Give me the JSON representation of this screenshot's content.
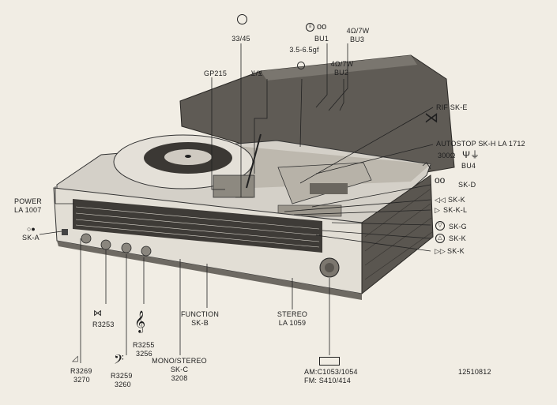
{
  "labels": {
    "speed_value": "33/45",
    "bu1": "BU1",
    "bu3_spec": "4Ω/7W",
    "bu3": "BU3",
    "stylus_force": "3.5-6.5gf",
    "bu2_spec": "4Ω/7W",
    "bu2": "BU2",
    "gp215": "GP215",
    "riaa_switch": "RIF SK-E",
    "autostop": "AUTOSTOP SK-H LA 1712",
    "antenna_300": "300Ω",
    "bu4": "BU4",
    "sk_d": "SK-D",
    "sk_k_rewind": "SK-K",
    "sk_k_l": "SK-K-L",
    "sk_g": "SK-G",
    "sk_k_eject": "SK-K",
    "sk_k_ff": "SK-K",
    "power": "POWER",
    "power_lamp": "LA 1007",
    "sk_a": "SK-A",
    "r3253": "R3253",
    "r3255": "R3255",
    "r3256": "3256",
    "function": "FUNCTION",
    "function_sw": "SK-B",
    "stereo": "STEREO",
    "stereo_lamp": "LA 1059",
    "r3269": "R3269",
    "r3270": "3270",
    "r3259": "R3259",
    "r3260": "3260",
    "mono_stereo": "MONO/STEREO",
    "mono_stereo_sw": "SK-C",
    "mono_stereo_num": "3208",
    "tuning_am": "AM:C1053/1054",
    "tuning_fm": "FM: S410/414",
    "drawing_number": "12510812"
  }
}
